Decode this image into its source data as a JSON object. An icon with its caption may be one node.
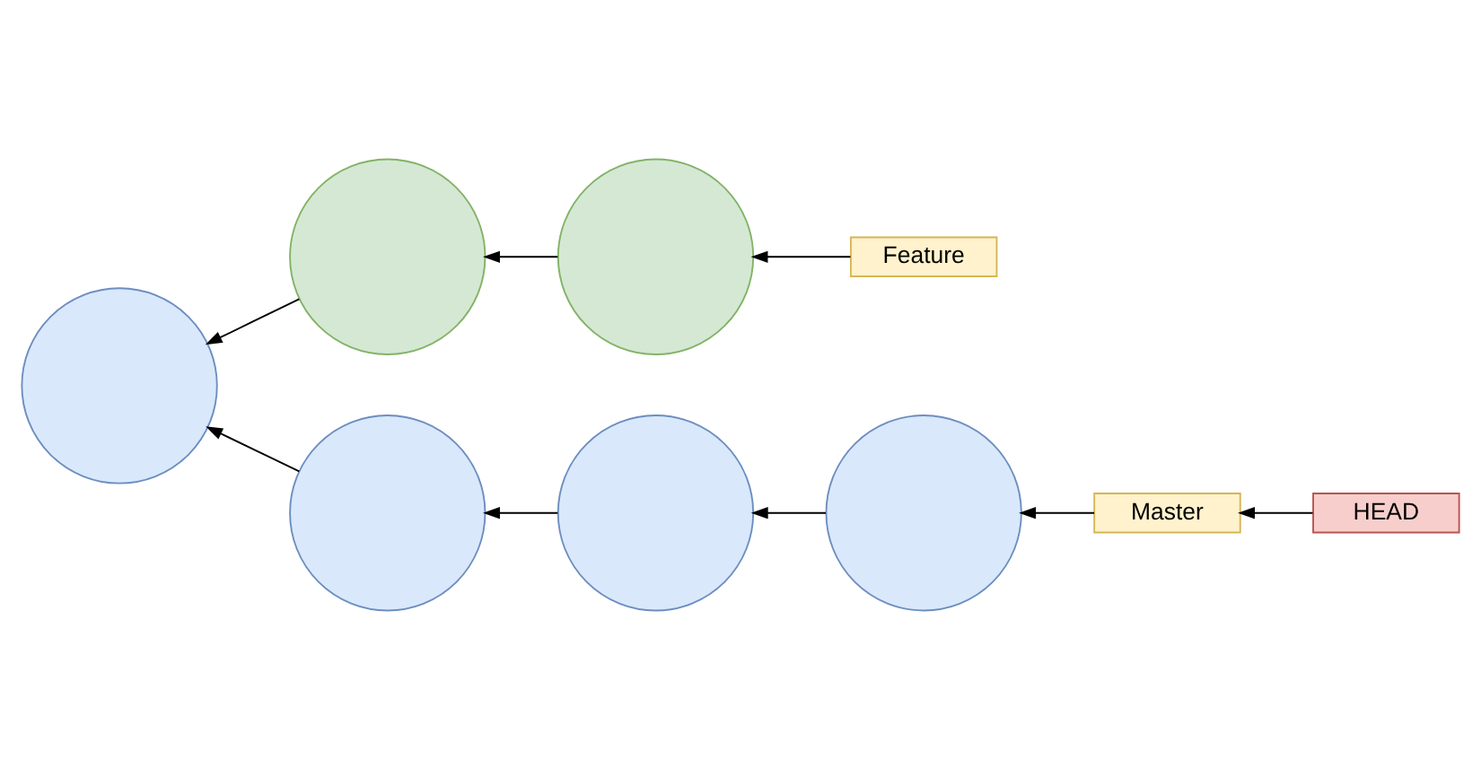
{
  "diagram": {
    "nodes": [
      {
        "text": [
          "Feature"
        ]
      },
      {
        "text": [],
        "shape": "circle"
      },
      {
        "text": [],
        "shape": "circle"
      },
      {
        "text": [
          "HEAD"
        ]
      },
      {
        "text": [
          "Master"
        ]
      },
      {
        "text": [],
        "shape": "circle"
      },
      {
        "text": [],
        "shape": "circle"
      },
      {
        "text": [],
        "shape": "circle"
      },
      {
        "text": [],
        "shape": "circle"
      }
    ],
    "edges": [
      {
        "from": 0,
        "to": 2,
        "arrow": "to"
      },
      {
        "from": 2,
        "to": 1,
        "arrow": "to"
      },
      {
        "from": 1,
        "to": 5,
        "arrow": "to"
      },
      {
        "from": 3,
        "to": 4,
        "arrow": "to"
      },
      {
        "from": 4,
        "to": 8,
        "arrow": "to"
      },
      {
        "from": 8,
        "to": 7,
        "arrow": "to"
      },
      {
        "from": 7,
        "to": 6,
        "arrow": "to"
      },
      {
        "from": 6,
        "to": 5,
        "arrow": "to"
      }
    ]
  }
}
